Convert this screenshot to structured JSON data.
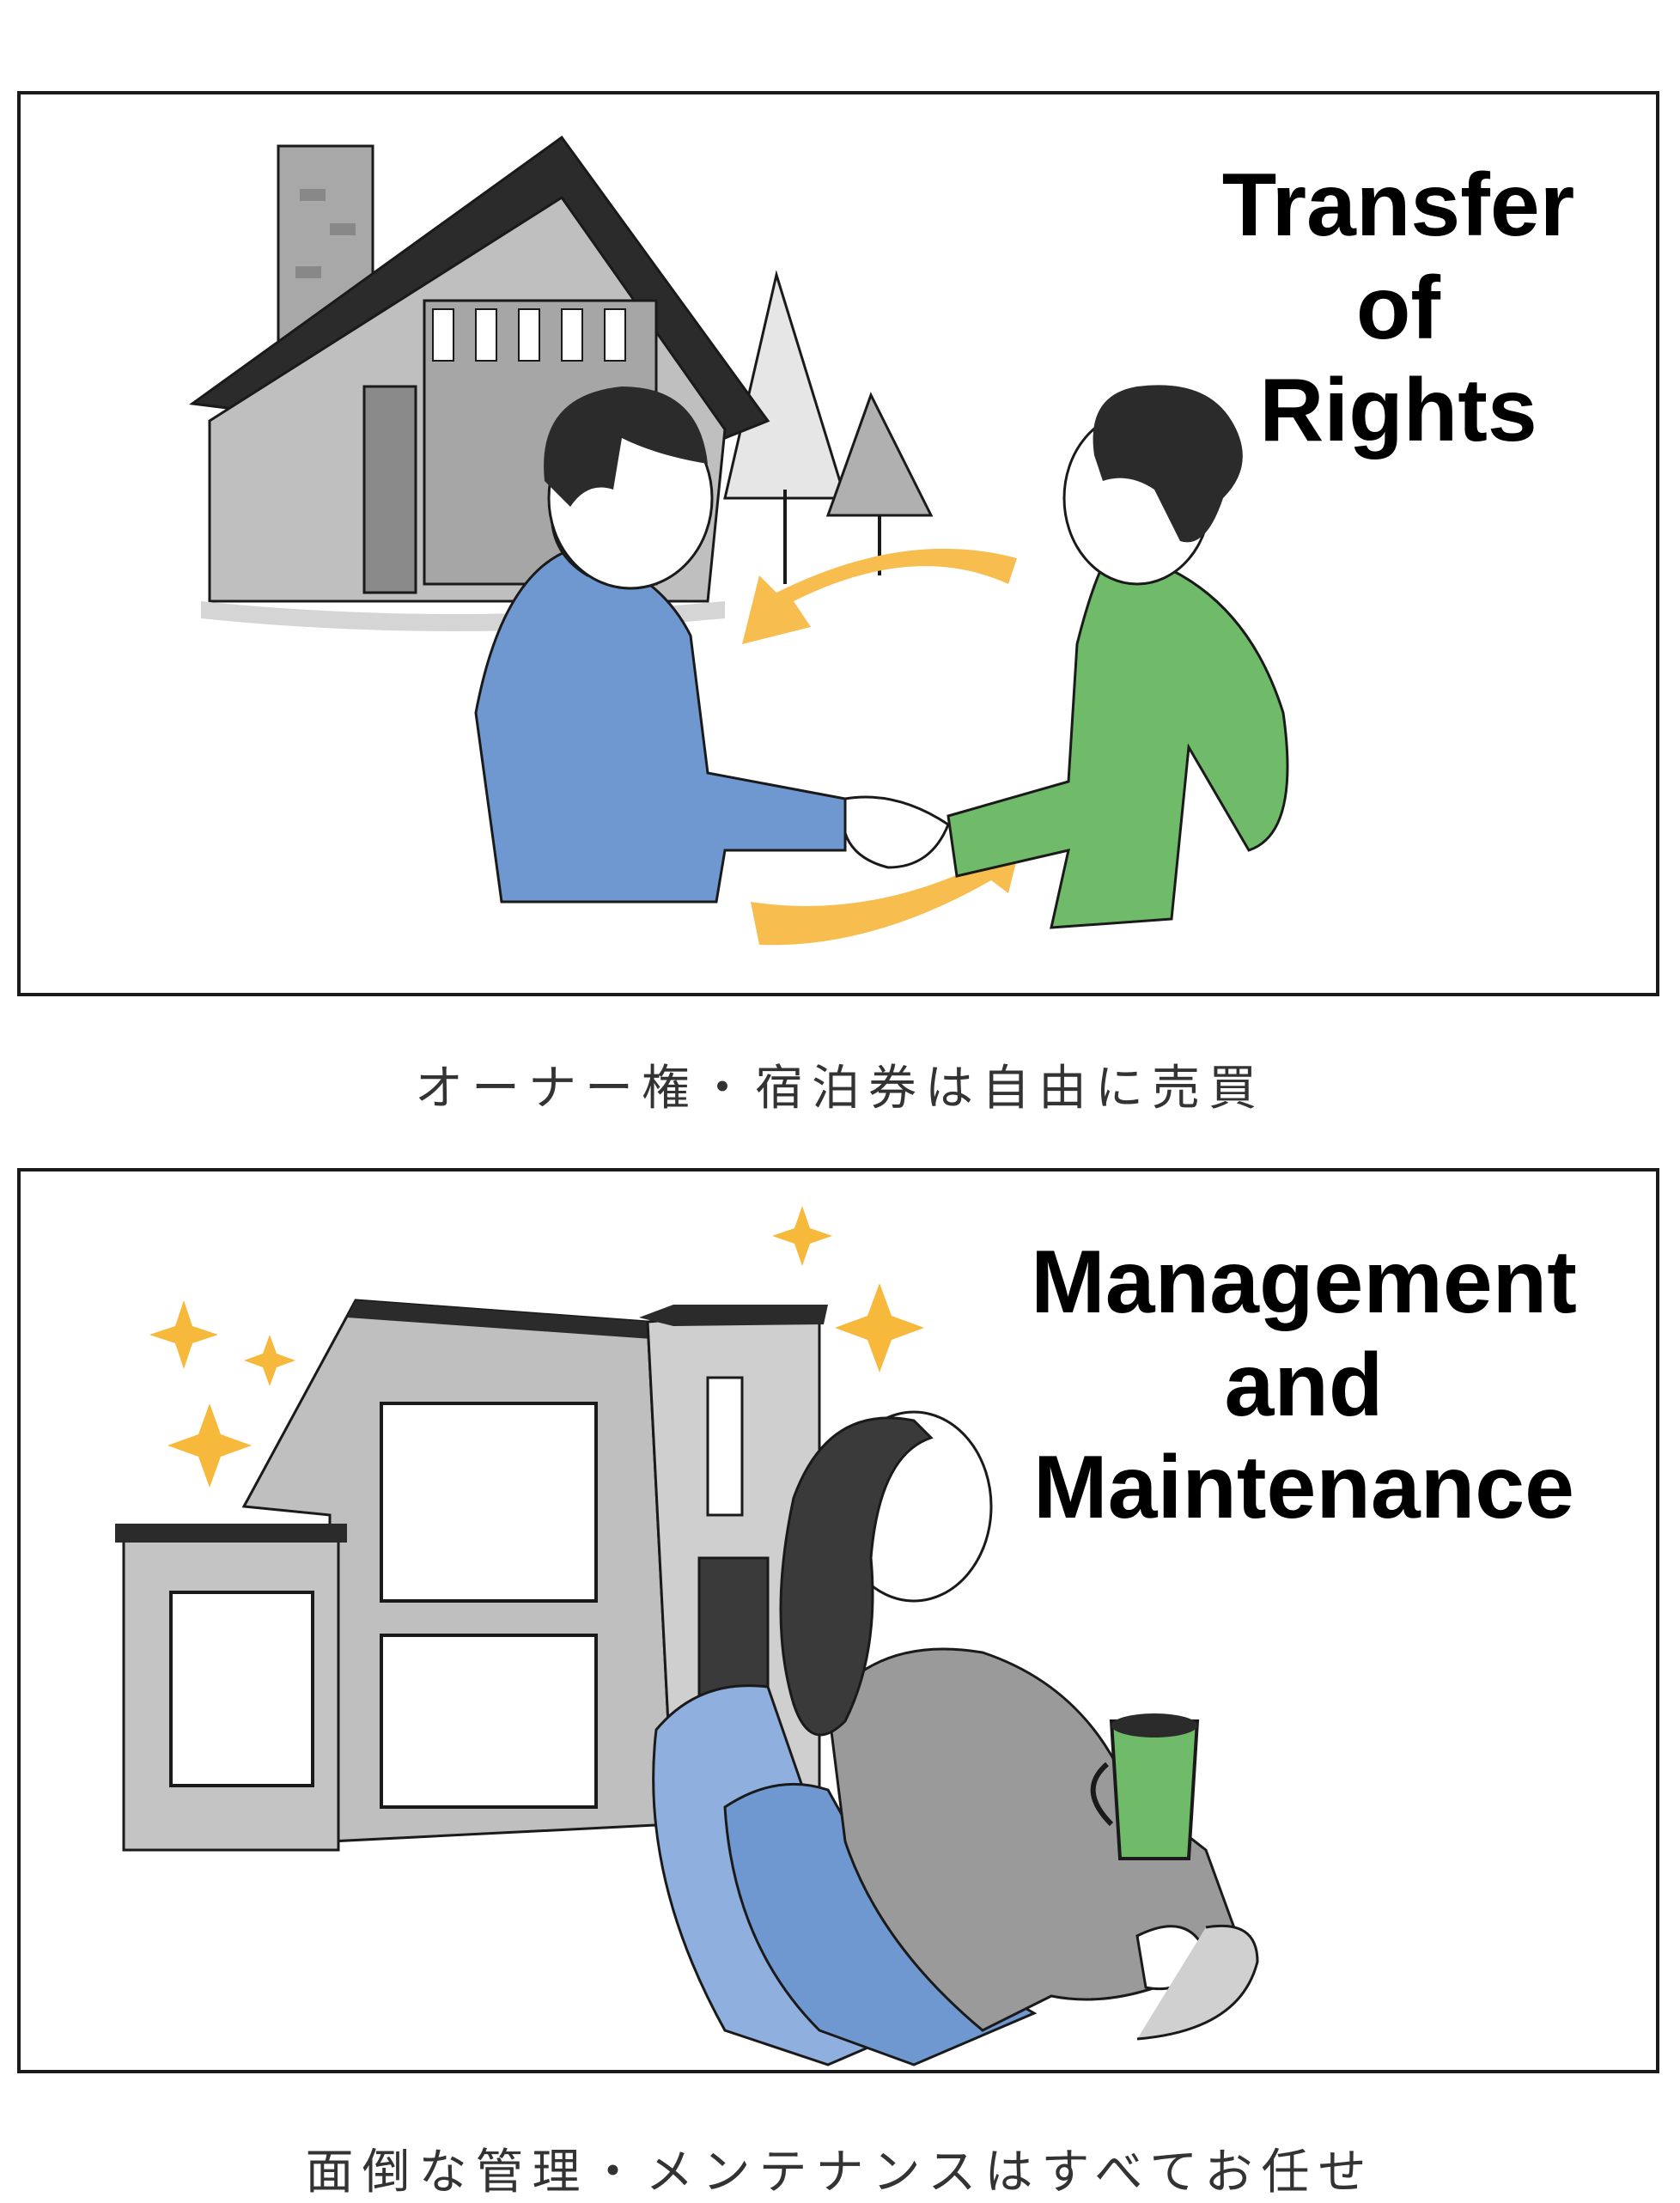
{
  "panels": [
    {
      "title_lines": [
        "Transfer",
        "of",
        "Rights"
      ],
      "caption": "オーナー権・宿泊券は自由に売買"
    },
    {
      "title_lines": [
        "Management",
        "and",
        "Maintenance"
      ],
      "caption": "面倒な管理・メンテナンスはすべてお任せ"
    }
  ],
  "colors": {
    "blue": "#6e98cf",
    "green": "#6fbb69",
    "arrow": "#f7bd4f",
    "sparkle": "#f6b93b",
    "gray": "#bdbdbd",
    "dark": "#1a1a1a"
  }
}
